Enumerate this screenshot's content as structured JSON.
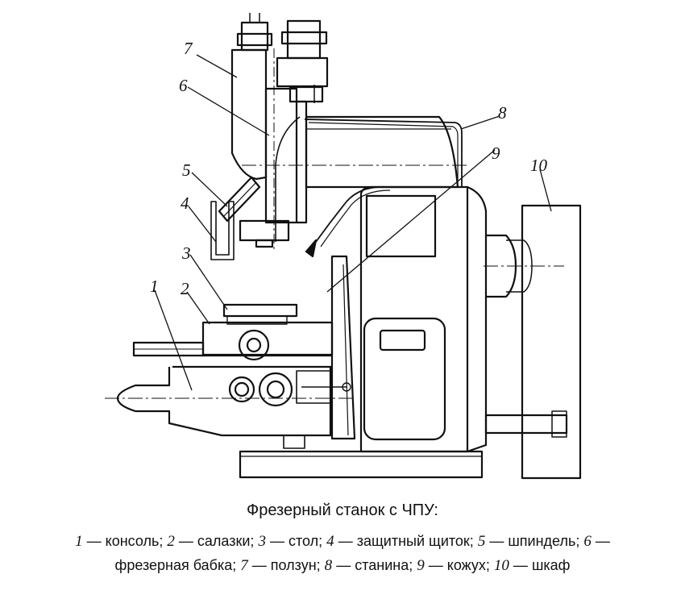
{
  "caption": {
    "title": "Фрезерный станок с ЧПУ:",
    "legend": [
      {
        "num": "1",
        "text": "консоль;"
      },
      {
        "num": "2",
        "text": "салазки;"
      },
      {
        "num": "3",
        "text": "стол;"
      },
      {
        "num": "4",
        "text": "защитный щиток;"
      },
      {
        "num": "5",
        "text": "шпиндель;"
      },
      {
        "num": "6",
        "text": "фрезерная бабка;"
      },
      {
        "num": "7",
        "text": "ползун;"
      },
      {
        "num": "8",
        "text": "станина;"
      },
      {
        "num": "9",
        "text": "кожух;"
      },
      {
        "num": "10",
        "text": "шкаф"
      }
    ],
    "dash": "—"
  },
  "callouts": [
    "1",
    "2",
    "3",
    "4",
    "5",
    "6",
    "7",
    "8",
    "9",
    "10"
  ],
  "colors": {
    "ink": "#111111",
    "background": "#ffffff"
  }
}
